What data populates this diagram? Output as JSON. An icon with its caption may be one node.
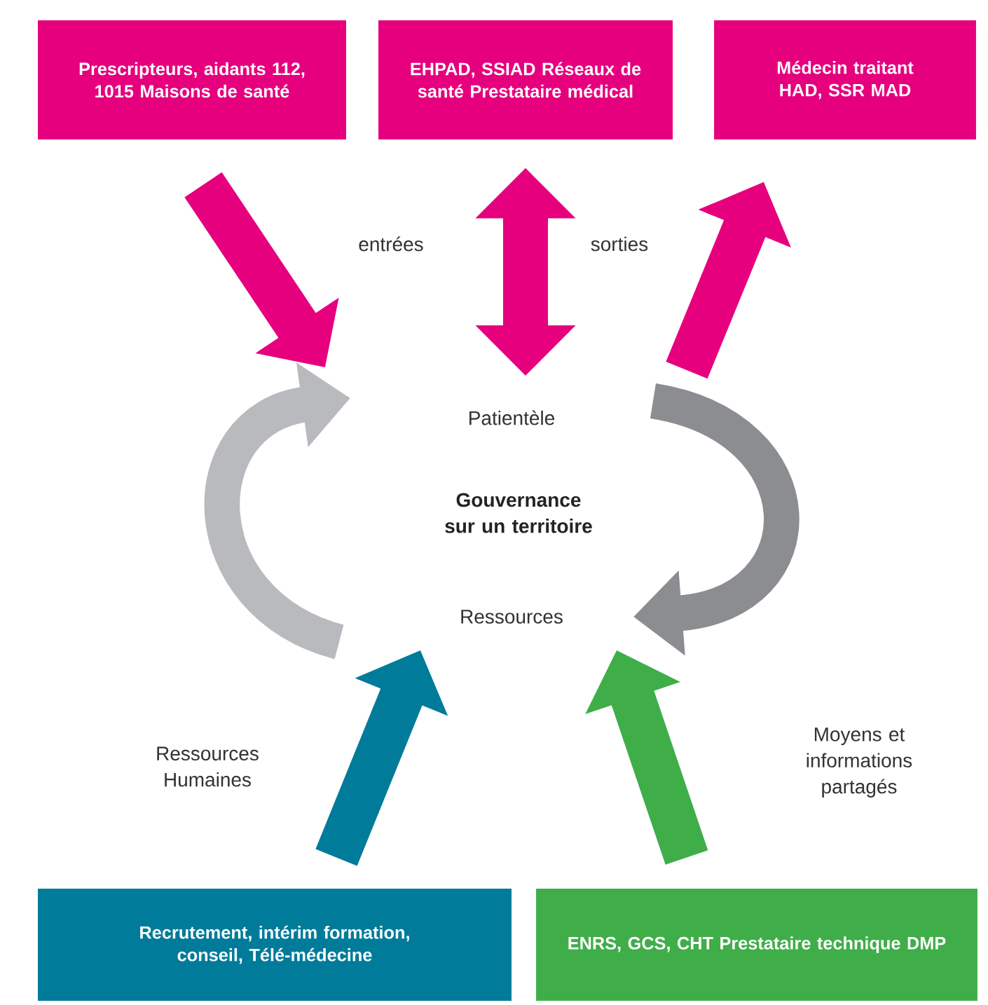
{
  "diagram": {
    "nodes": [
      {
        "text": [
          "Prescripteurs, aidants 112, 1015 Maisons de santé"
        ]
      },
      {
        "text": [
          "EHPAD, SSIAD Réseaux de santé Prestataire médical"
        ]
      },
      {
        "text": [
          "Médecin traitant HAD, SSR MAD"
        ]
      },
      {
        "text": [
          "Gouvernance sur un territoire"
        ]
      },
      {
        "text": [
          "Recrutement, intérim formation, conseil, Télé-médecine"
        ]
      },
      {
        "text": [
          "ENRS, GCS, CHT Prestataire technique DMP"
        ]
      }
    ],
    "edges": [
      {
        "from": 0,
        "to": 3,
        "arrow": "to"
      },
      {
        "from": 1,
        "to": 3,
        "arrow": "both"
      },
      {
        "from": 3,
        "to": 2,
        "arrow": "to"
      },
      {
        "from": 4,
        "to": 3,
        "arrow": "to",
        "color": "#007b9a"
      },
      {
        "from": 5,
        "to": 3,
        "arrow": "to",
        "color": "#3fae49"
      }
    ],
    "labels": [
      "entrées",
      "sorties",
      "Patientèle",
      "Ressources",
      "Ressources Humaines",
      "Moyens et informations partagés"
    ]
  }
}
